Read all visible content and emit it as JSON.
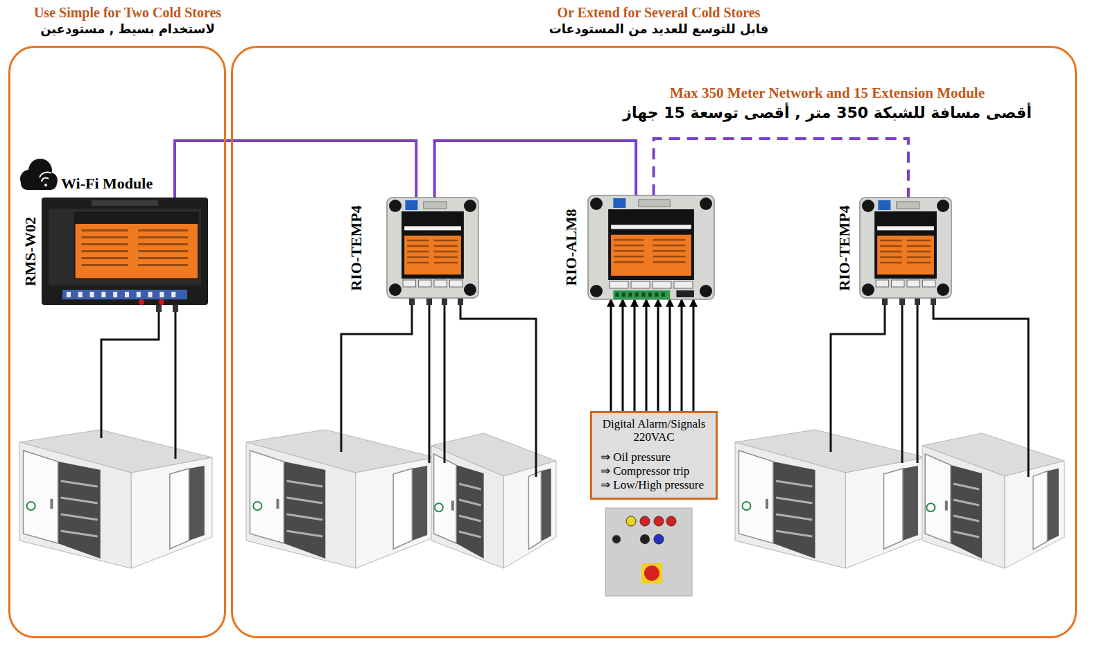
{
  "diagram": {
    "nodes": [
      {
        "text": [
          "Use Simple for Two Cold Stores",
          "لاستخدام بسيط , مستودعين"
        ]
      },
      {
        "text": [
          "RMS-W02"
        ],
        "in": 0
      },
      {
        "text": [
          "Or Extend for Several Cold Stores",
          "قابل للتوسع للعديد من المستودعات"
        ]
      },
      {
        "text": [
          "RIO-TEMP4"
        ],
        "in": 2
      },
      {
        "text": [
          "RIO-ALM8"
        ],
        "in": 2
      },
      {
        "text": [
          "Digital Alarm/Signals 220VAC",
          "⇒ Oil pressure",
          "⇒ Compressor trip",
          "⇒ Low/High pressure"
        ],
        "in": 2
      },
      {
        "text": [
          "RIO-TEMP4"
        ],
        "in": 2
      }
    ],
    "edges": [
      {
        "from": 1,
        "to": 3,
        "arrow": "none"
      },
      {
        "from": 3,
        "to": 4,
        "arrow": "none"
      },
      {
        "from": 4,
        "to": 6,
        "arrow": "none"
      },
      {
        "from": 5,
        "to": 4,
        "arrow": "to"
      },
      {
        "from": 5,
        "to": 4,
        "arrow": "to"
      },
      {
        "from": 5,
        "to": 4,
        "arrow": "to"
      },
      {
        "from": 5,
        "to": 4,
        "arrow": "to"
      },
      {
        "from": 5,
        "to": 4,
        "arrow": "to"
      },
      {
        "from": 5,
        "to": 4,
        "arrow": "to"
      },
      {
        "from": 5,
        "to": 4,
        "arrow": "to"
      },
      {
        "from": 5,
        "to": 4,
        "arrow": "to"
      }
    ],
    "labels": [
      "Wi-Fi Module",
      "Max 350 Meter Network and 15 Extension Module",
      "أقصى مسافة للشبكة 350 متر , أقصى توسعة 15 جهاز"
    ]
  }
}
